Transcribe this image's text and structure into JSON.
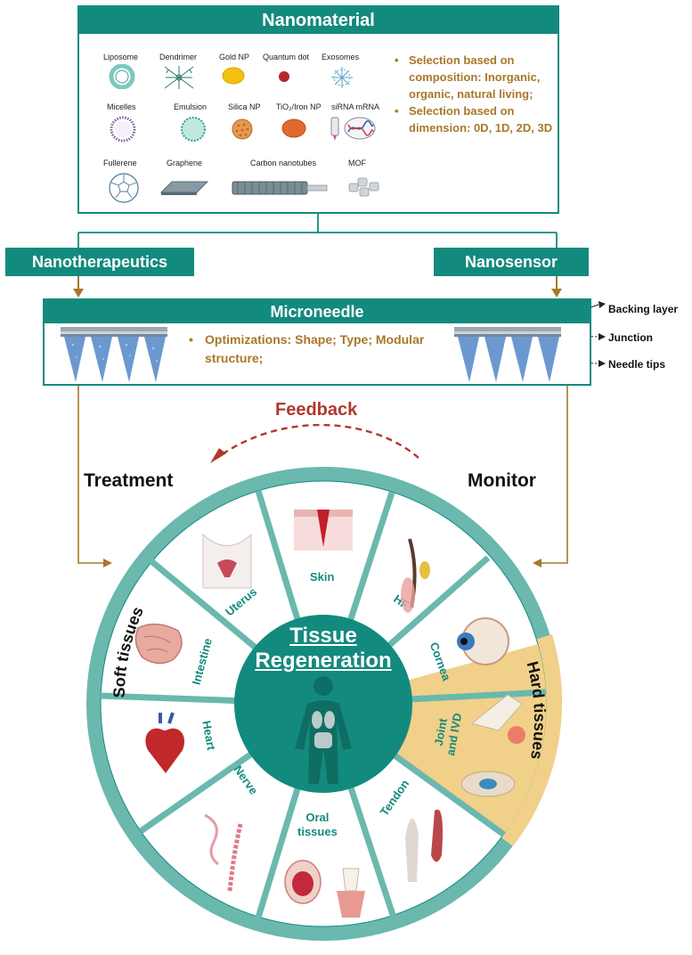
{
  "nanomaterial": {
    "title": "Nanomaterial",
    "items": {
      "liposome": "Liposome",
      "dendrimer": "Dendrimer",
      "gold_np": "Gold NP",
      "quantum_dot": "Quantum dot",
      "exosomes": "Exosomes",
      "micelles": "Micelles",
      "emulsion": "Emulsion",
      "silica_np": "Silica NP",
      "tio2_iron_np": "TiO₂/Iron NP",
      "sirna_mrna": "siRNA mRNA",
      "fullerene": "Fullerene",
      "graphene": "Graphene",
      "carbon_nanotubes": "Carbon nanotubes",
      "mof": "MOF"
    },
    "bullets": [
      "Selection based on composition: Inorganic, organic, natural living;",
      "Selection based on dimension: 0D, 1D, 2D, 3D"
    ]
  },
  "nanotherapeutics": {
    "label": "Nanotherapeutics"
  },
  "nanosensor": {
    "label": "Nanosensor"
  },
  "microneedle": {
    "title": "Microneedle",
    "bullet": "Optimizations: Shape; Type; Modular structure;",
    "callouts": {
      "backing": "Backing layer",
      "junction": "Junction",
      "tips": "Needle tips"
    }
  },
  "feedback": {
    "label": "Feedback"
  },
  "treatment": {
    "label": "Treatment"
  },
  "monitor": {
    "label": "Monitor"
  },
  "wheel": {
    "center_line1": "Tissue",
    "center_line2": "Regeneration",
    "soft_tissues": "Soft tissues",
    "hard_tissues": "Hard tissues",
    "segments": {
      "skin": "Skin",
      "hf": "HF",
      "cornea": "Cornea",
      "joint_line1": "Joint",
      "joint_line2": "and IVD",
      "tendon": "Tendon",
      "oral_line1": "Oral",
      "oral_line2": "tissues",
      "nerve": "Nerve",
      "heart": "Heart",
      "intestine": "Intestine",
      "uterus": "Uterus"
    }
  },
  "colors": {
    "teal": "#138a7e",
    "ring": "#6ab8ae",
    "gold": "#a8782a",
    "feedback_red": "#b0392c",
    "hard_tissue": "#f1d08a"
  }
}
